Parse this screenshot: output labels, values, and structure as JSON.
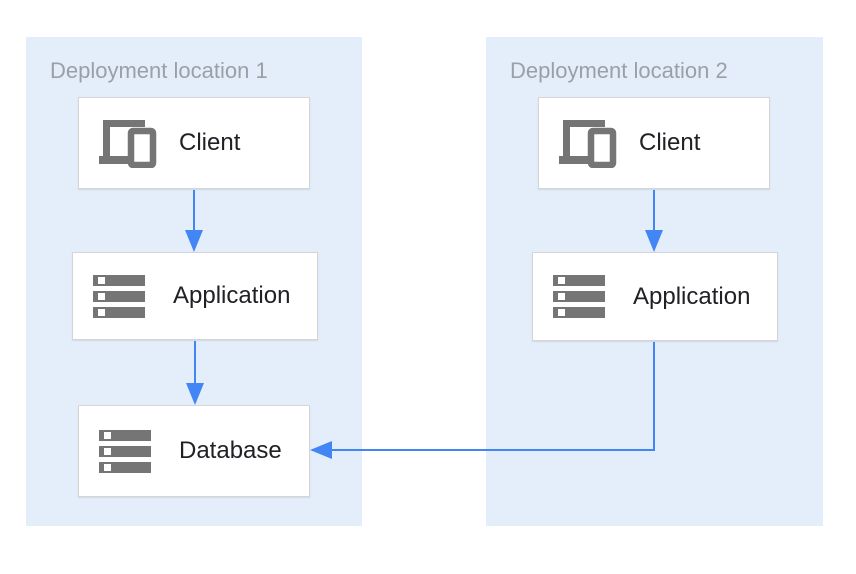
{
  "diagram": {
    "groups": [
      {
        "label": "Deployment location 1",
        "nodes": [
          {
            "label": "Client",
            "icon": "devices-icon"
          },
          {
            "label": "Application",
            "icon": "storage-icon"
          },
          {
            "label": "Database",
            "icon": "storage-icon"
          }
        ]
      },
      {
        "label": "Deployment location 2",
        "nodes": [
          {
            "label": "Client",
            "icon": "devices-icon"
          },
          {
            "label": "Application",
            "icon": "storage-icon"
          }
        ]
      }
    ],
    "edges": [
      {
        "from": "location-1-client",
        "to": "location-1-application"
      },
      {
        "from": "location-1-application",
        "to": "location-1-database"
      },
      {
        "from": "location-2-client",
        "to": "location-2-application"
      },
      {
        "from": "location-2-application",
        "to": "location-1-database"
      }
    ],
    "colors": {
      "page_background": "#ffffff",
      "group_background": "#e4eefb",
      "node_background": "#ffffff",
      "node_border": "#d5d5d5",
      "arrow": "#4285f4",
      "group_label_text": "#9aa0a6",
      "node_label_text": "#202124",
      "icon": "#757575"
    }
  }
}
